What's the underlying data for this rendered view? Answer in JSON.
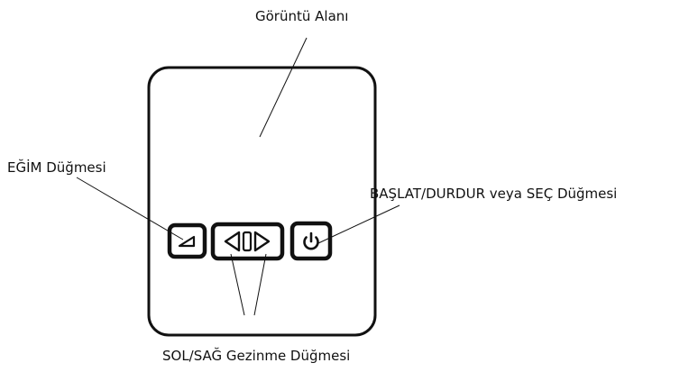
{
  "callouts": {
    "display_area": "Görüntü Alanı",
    "tilt_button": "EĞİM Düğmesi",
    "start_stop_button": "BAŞLAT/DURDUR veya SEÇ Düğmesi",
    "left_right_button": "SOL/SAĞ Gezinme Düğmesi"
  },
  "colors": {
    "line": "#111111",
    "background": "#ffffff"
  }
}
